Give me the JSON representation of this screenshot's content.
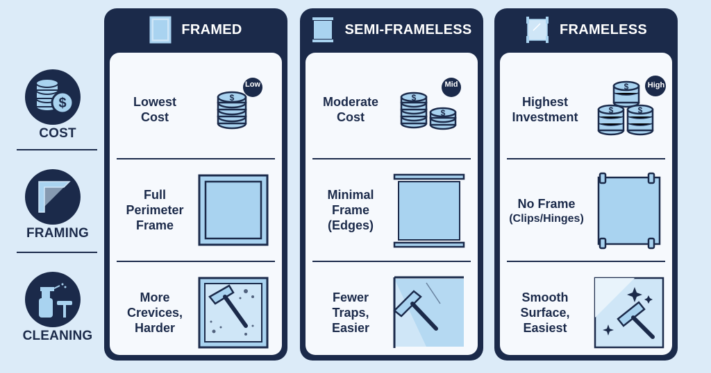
{
  "rows": [
    {
      "label": "COST",
      "icon": "coins-icon"
    },
    {
      "label": "FRAMING",
      "icon": "frame-corner-icon"
    },
    {
      "label": "CLEANING",
      "icon": "spray-squeegee-icon"
    }
  ],
  "columns": [
    {
      "title": "FRAMED",
      "header_icon": "framed-panel-icon",
      "cost": {
        "text_lines": [
          "Lowest",
          "Cost"
        ],
        "badge": "Low",
        "icon": "coin-stack-icon"
      },
      "framing": {
        "text_lines": [
          "Full",
          "Perimeter",
          "Frame"
        ],
        "icon": "full-frame-icon"
      },
      "cleaning": {
        "text_lines": [
          "More",
          "Crevices,",
          "Harder"
        ],
        "icon": "dirty-glass-squeegee-icon"
      }
    },
    {
      "title": "SEMI-FRAMELESS",
      "header_icon": "semi-frame-panel-icon",
      "cost": {
        "text_lines": [
          "Moderate",
          "Cost"
        ],
        "badge": "Mid",
        "icon": "coin-stacks-icon"
      },
      "framing": {
        "text_lines": [
          "Minimal",
          "Frame",
          "(Edges)"
        ],
        "icon": "edge-frame-icon"
      },
      "cleaning": {
        "text_lines": [
          "Fewer",
          "Traps,",
          "Easier"
        ],
        "icon": "glass-squeegee-icon"
      }
    },
    {
      "title": "FRAMELESS",
      "header_icon": "frameless-panel-icon",
      "cost": {
        "text_lines": [
          "Highest",
          "Investment"
        ],
        "badge": "High",
        "icon": "coin-pile-icon"
      },
      "framing": {
        "text_lines": [
          "No Frame",
          "(Clips/Hinges)"
        ],
        "icon": "clip-glass-icon"
      },
      "cleaning": {
        "text_lines": [
          "Smooth",
          "Surface,",
          "Easiest"
        ],
        "icon": "sparkle-squeegee-icon"
      }
    }
  ],
  "colors": {
    "navy": "#1b2a4a",
    "glass": "#a9d3f0",
    "glass_light": "#cfe6f7",
    "background": "#dcebf8",
    "panel": "#f6f9fd"
  }
}
